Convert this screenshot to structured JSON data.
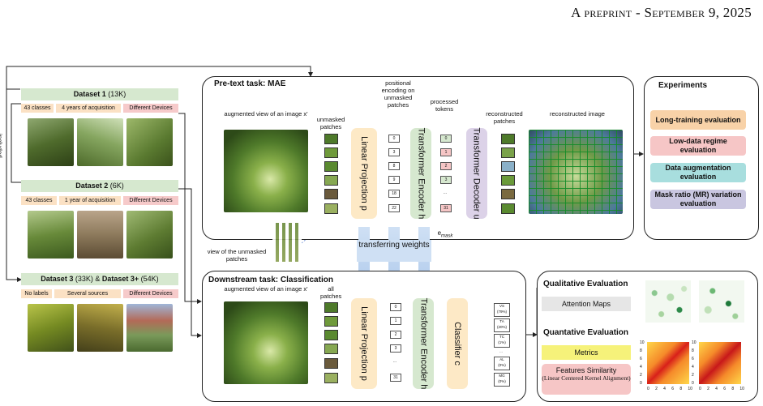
{
  "header": {
    "text_a": "A preprint",
    "sep": " - ",
    "text_b": "September 9, 2025"
  },
  "datasets": {
    "d1": {
      "name": "Dataset 1",
      "size": "(13K)",
      "tags": [
        "43 classes",
        "4 years of acquisition",
        "Different Devices"
      ]
    },
    "d2": {
      "name": "Dataset 2",
      "size": "(6K)",
      "tags": [
        "43 classes",
        "1 year of acquisition",
        "Different Devices"
      ]
    },
    "d3": {
      "name_a": "Dataset 3",
      "size_a": "(33K) &",
      "name_b": "Dataset 3+",
      "size_b": "(54K)",
      "tags": [
        "No labels",
        "Several sources",
        "Different Devices"
      ]
    },
    "included": "included"
  },
  "pretext": {
    "title": "Pre-text task: MAE",
    "aug_label": "augmented view of an image x'",
    "unmasked_label": "unmasked patches",
    "pos_label": "positional encoding on unmasked patches",
    "processed_label": "processed tokens",
    "recon_patches_label": "reconstructed patches",
    "recon_image_label": "reconstructed image",
    "linear": "Linear Projection p",
    "encoder": "Transformer Encoder h",
    "decoder": "Transformer Decoder u",
    "mask_label": "e",
    "mask_sub": "mask",
    "view_label": "view of the unmasked patches",
    "tokens": [
      "0",
      "3",
      "8",
      "9",
      "18",
      "22"
    ],
    "proc_tokens": [
      "0",
      "1",
      "2",
      "3",
      "...",
      "31"
    ]
  },
  "transfer": "transferring weights",
  "downstream": {
    "title": "Downstream task: Classification",
    "aug_label": "augmented view of an image x'",
    "all_label": "all patches",
    "linear": "Linear Projection p",
    "encoder": "Transformer Encoder h",
    "classifier": "Classifier c",
    "tokens": [
      "0",
      "1",
      "2",
      "3",
      "...",
      "31"
    ],
    "classes": [
      [
        "VS",
        "(79%)"
      ],
      [
        "TA",
        "(20%)"
      ],
      [
        "TC",
        "(1%)"
      ],
      [
        "...",
        ""
      ],
      [
        "AL",
        "(0%)"
      ],
      [
        "MG",
        "(0%)"
      ]
    ]
  },
  "experiments": {
    "title": "Experiments",
    "items": [
      {
        "label": "Long-training evaluation",
        "color": "#f8d2a8"
      },
      {
        "label": "Low-data regime evaluation",
        "color": "#f6c6c6"
      },
      {
        "label": "Data augmentation evaluation",
        "color": "#a8dede"
      },
      {
        "label": "Mask ratio (MR) variation evaluation",
        "color": "#c9c6e0"
      }
    ]
  },
  "evaluation": {
    "qual_title": "Qualitative Evaluation",
    "attention": "Attention Maps",
    "quant_title": "Quantative Evaluation",
    "metrics": "Metrics",
    "features": "Features Similarity",
    "features_sub": "(Linear Centered Kernel Alignment)",
    "axis_ticks": [
      "0",
      "2",
      "4",
      "6",
      "8",
      "10"
    ]
  }
}
